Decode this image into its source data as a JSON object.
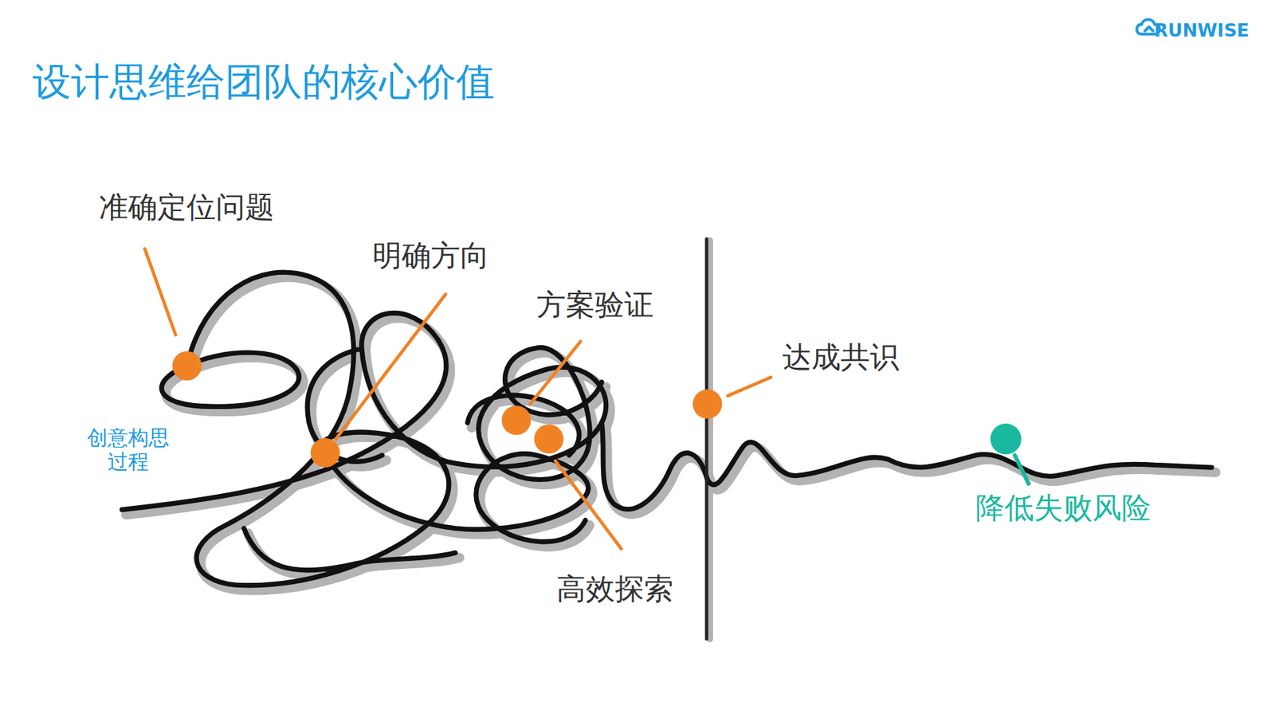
{
  "diagram": {
    "title": "设计思维给团队的核心价值",
    "labels": [
      "RUNWISE",
      "准确定位问题",
      "明确方向",
      "方案验证",
      "达成共识",
      "创意构思 过程",
      "高效探索",
      "降低失败风险"
    ]
  }
}
